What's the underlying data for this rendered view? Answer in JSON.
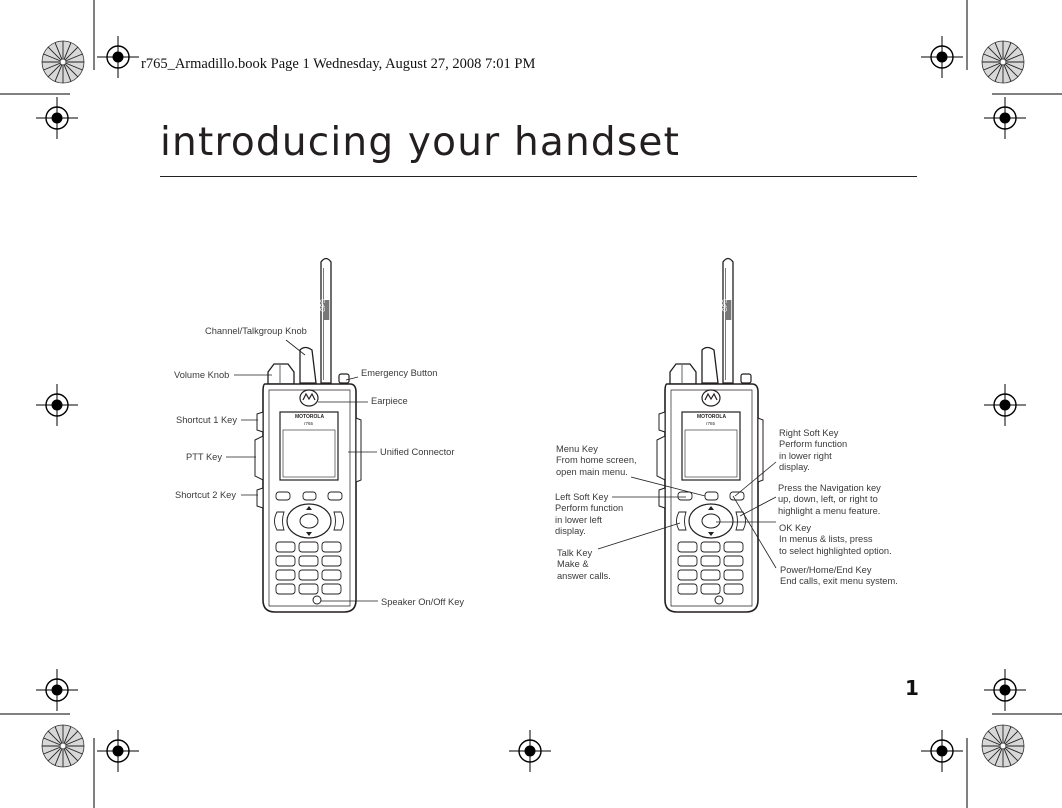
{
  "header": {
    "running_head": "r765_Armadillo.book  Page 1  Wednesday, August 27, 2008  7:01 PM",
    "title": "introducing your handset",
    "page_number": "1"
  },
  "device": {
    "brand": "MOTOROLA",
    "model": "r765",
    "antenna_text": "GPS"
  },
  "left_diagram": {
    "channel_knob": "Channel/Talkgroup Knob",
    "volume_knob": "Volume Knob",
    "emergency_button": "Emergency Button",
    "earpiece": "Earpiece",
    "shortcut1": "Shortcut 1 Key",
    "ptt": "PTT Key",
    "unified_connector": "Unified Connector",
    "shortcut2": "Shortcut 2 Key",
    "speaker": "Speaker On/Off Key"
  },
  "right_diagram": {
    "menu_key": [
      "Menu Key",
      "From home screen,",
      "open main menu."
    ],
    "left_soft_key": [
      "Left Soft Key",
      "Perform function",
      "in lower left",
      "display."
    ],
    "talk_key": [
      "Talk Key",
      "Make &",
      "answer calls."
    ],
    "right_soft_key": [
      "Right Soft Key",
      "Perform function",
      "in lower right",
      "display."
    ],
    "navigation": [
      "Press the Navigation key",
      "up, down, left, or right to",
      "highlight a menu feature."
    ],
    "ok_key": [
      "OK Key",
      "In menus & lists, press",
      "to select highlighted option."
    ],
    "power_key": [
      "Power/Home/End Key",
      "End calls, exit menu system."
    ]
  }
}
